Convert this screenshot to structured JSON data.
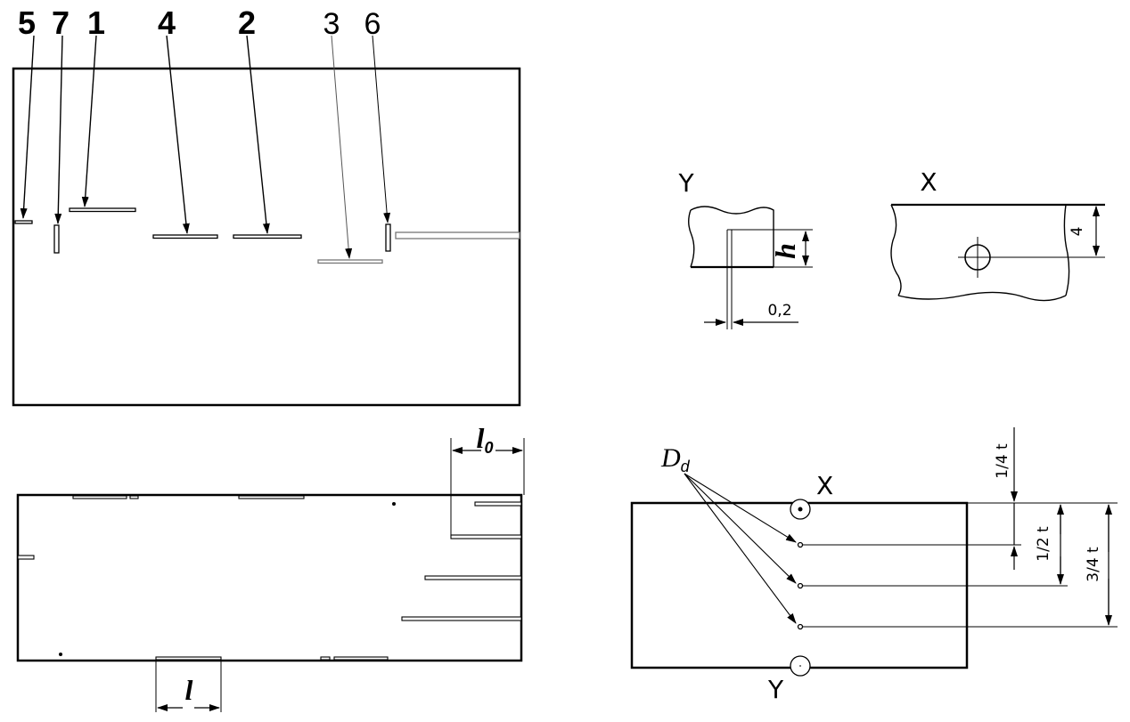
{
  "labels": {
    "n5": "5",
    "n7": "7",
    "n1": "1",
    "n4": "4",
    "n2": "2",
    "n3": "3",
    "n6": "6"
  },
  "views": {
    "y_title": "Y",
    "x_title": "X",
    "y_dim_h": "h",
    "y_dim_width": "0,2",
    "x_dim_depth": "4"
  },
  "bottom_left": {
    "l0_main": "l",
    "l0_sub": "0",
    "l_label": "l"
  },
  "bottom_right": {
    "d_main": "D",
    "d_sub": "d",
    "x_marker": "X",
    "y_marker": "Y",
    "quarter": "1/4 t",
    "half": "1/2 t",
    "three_quarter": "3/4 t"
  }
}
